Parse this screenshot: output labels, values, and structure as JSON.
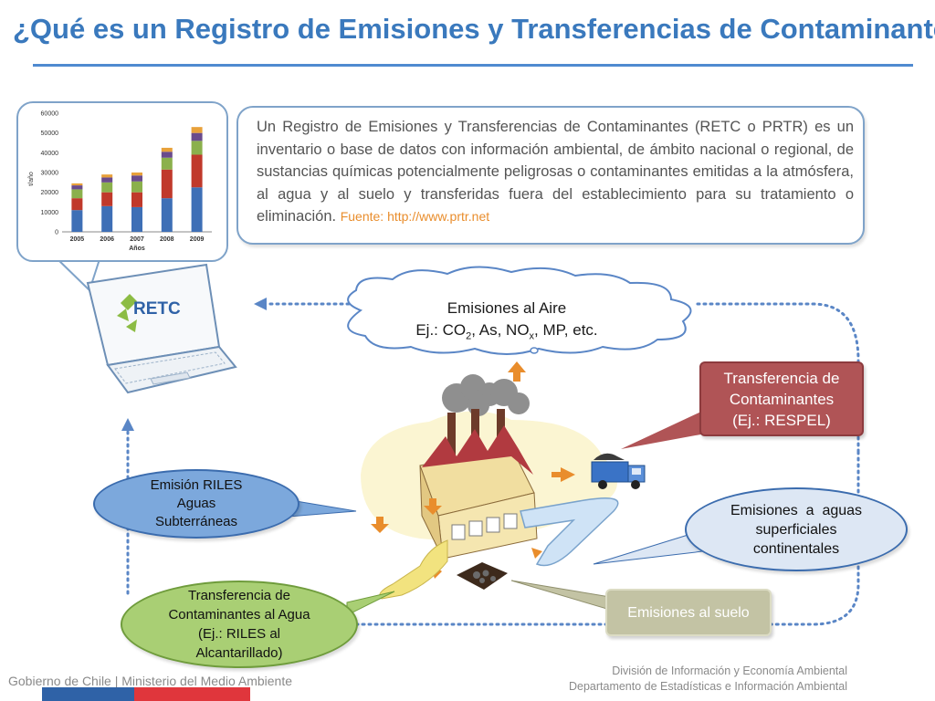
{
  "title": "¿Qué es un Registro de Emisiones y Transferencias de Contaminantes?",
  "definition": {
    "text": "Un Registro de Emisiones y Transferencias de Contaminantes (RETC o PRTR) es un inventario o base de datos con información ambiental, de ámbito nacional o regional, de sustancias químicas potencialmente peligrosas o contaminantes emitidas a la atmósfera, al agua y al suelo y transferidas fuera del establecimiento para su tratamiento o eliminación.",
    "source": "Fuente: http://www.prtr.net"
  },
  "laptop": {
    "logo_text": "RETC"
  },
  "mini_chart": {
    "y_label": "t/año",
    "x_label": "Años",
    "y_ticks": [
      "0",
      "10000",
      "20000",
      "30000",
      "40000",
      "50000",
      "60000"
    ]
  },
  "chart_data": {
    "type": "bar",
    "categories": [
      "2005",
      "2006",
      "2007",
      "2008",
      "2009"
    ],
    "series": [
      {
        "values": [
          11000,
          13000,
          12500,
          17000,
          22500
        ]
      },
      {
        "values": [
          6000,
          7000,
          7500,
          14500,
          16500
        ]
      },
      {
        "values": [
          4500,
          5000,
          5500,
          6000,
          7000
        ]
      },
      {
        "values": [
          2000,
          2500,
          3000,
          3000,
          4000
        ]
      },
      {
        "values": [
          1000,
          1500,
          1500,
          2000,
          3000
        ]
      }
    ],
    "xlabel": "Años",
    "ylabel": "t/año",
    "ylim": [
      0,
      60000
    ],
    "colors": [
      "#3e6fb6",
      "#c0392b",
      "#8bb04c",
      "#6a4b8c",
      "#e8a13a"
    ]
  },
  "callouts": {
    "air": {
      "line1": "Emisiones al Aire",
      "line2_prefix": "Ej.: CO",
      "co2_sub": "2",
      "line2_mid": ", As, NO",
      "nox_sub": "x",
      "line2_suffix": ", MP, etc."
    },
    "transfer_respel": {
      "line1": "Transferencia de",
      "line2": "Contaminantes",
      "line3": "(Ej.: RESPEL)"
    },
    "riles_ground": {
      "line1": "Emisión RILES",
      "line2": "Aguas",
      "line3": "Subterráneas"
    },
    "surface_water": {
      "line1": "Emisiones  a  aguas",
      "line2": "superficiales",
      "line3": "continentales"
    },
    "transfer_water": {
      "line1": "Transferencia de",
      "line2": "Contaminantes al Agua",
      "line3": "(Ej.: RILES al",
      "line4": "Alcantarillado)"
    },
    "soil": {
      "label": "Emisiones al suelo"
    }
  },
  "colors": {
    "title": "#3a79bd",
    "respel_box": "#b05456",
    "riles_oval": "#7ca8dc",
    "surface_oval": "#dde7f4",
    "transfer_oval": "#a9cf74",
    "soil_box": "#c3c3a4",
    "dotted_cycle": "#5a86c6"
  },
  "footer": {
    "left": "Gobierno de Chile | Ministerio del Medio Ambiente",
    "right_line1": "División de Información y Economía Ambiental",
    "right_line2": "Departamento de Estadísticas e Información Ambiental"
  }
}
